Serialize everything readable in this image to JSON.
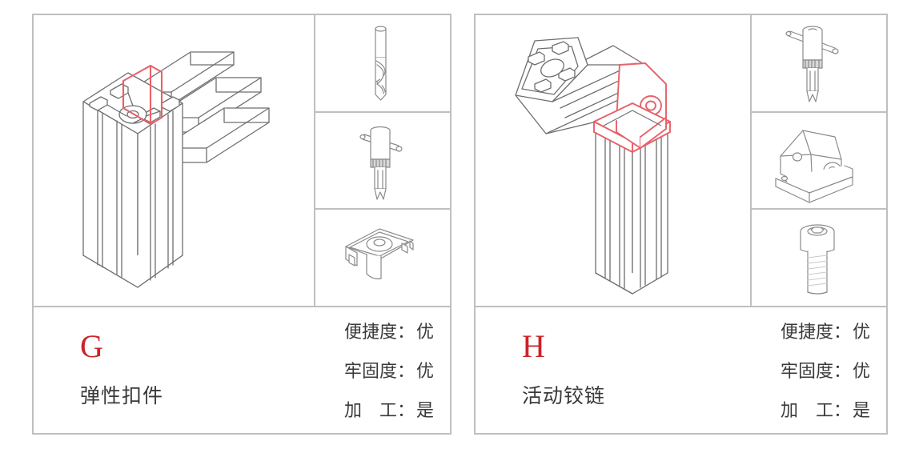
{
  "document": {
    "type": "technical-comparison-sheet",
    "background_color": "#ffffff",
    "line_color": "#6e6e6e",
    "border_color": "#bfbfbf",
    "accent_color": "#cc2229",
    "highlight_color": "#e8616a"
  },
  "panels": [
    {
      "letter": "G",
      "name": "弹性扣件",
      "specs": [
        {
          "label": "便捷度：",
          "value": "优"
        },
        {
          "label": "牢固度：",
          "value": "优"
        },
        {
          "label": "加　工：",
          "value": "是"
        }
      ],
      "main_view": {
        "name": "aluminium-extrusion-t-joint-with-elastic-fastener",
        "highlighted_part": "elastic-fastener"
      },
      "thumbnails": [
        {
          "name": "twist-drill-bit-icon",
          "label": "钻头"
        },
        {
          "name": "tap-wrench-icon",
          "label": "丝锥扳手"
        },
        {
          "name": "elastic-fastener-icon",
          "label": "弹性扣件"
        }
      ]
    },
    {
      "letter": "H",
      "name": "活动铰链",
      "specs": [
        {
          "label": "便捷度：",
          "value": "优"
        },
        {
          "label": "牢固度：",
          "value": "优"
        },
        {
          "label": "加　工：",
          "value": "是"
        }
      ],
      "main_view": {
        "name": "aluminium-extrusion-angled-joint-with-pivot-hinge",
        "highlighted_part": "pivot-hinge"
      },
      "thumbnails": [
        {
          "name": "tap-wrench-icon",
          "label": "丝锥扳手"
        },
        {
          "name": "pivot-hinge-bracket-icon",
          "label": "活动铰链"
        },
        {
          "name": "socket-head-cap-screw-icon",
          "label": "内六角螺栓"
        }
      ]
    }
  ]
}
